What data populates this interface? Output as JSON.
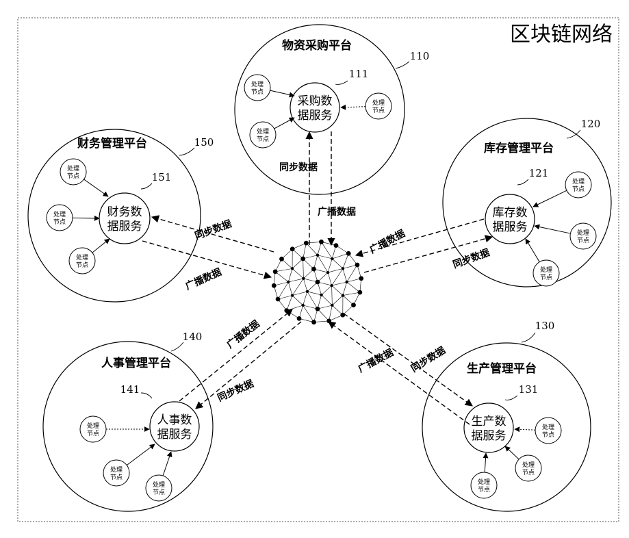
{
  "network_title": "区块链网络",
  "node_label": "处理节点",
  "sync_label": "同步数据",
  "broadcast_label": "广播数据",
  "platforms": [
    {
      "id": "purchase",
      "title": "物资采购平台",
      "ref": "110",
      "service": "采购数据服务",
      "service_ref": "111"
    },
    {
      "id": "inventory",
      "title": "库存管理平台",
      "ref": "120",
      "service": "库存数据服务",
      "service_ref": "121"
    },
    {
      "id": "production",
      "title": "生产管理平台",
      "ref": "130",
      "service": "生产数据服务",
      "service_ref": "131"
    },
    {
      "id": "hr",
      "title": "人事管理平台",
      "ref": "140",
      "service": "人事数据服务",
      "service_ref": "141"
    },
    {
      "id": "finance",
      "title": "财务管理平台",
      "ref": "150",
      "service": "财务数据服务",
      "service_ref": "151"
    }
  ]
}
